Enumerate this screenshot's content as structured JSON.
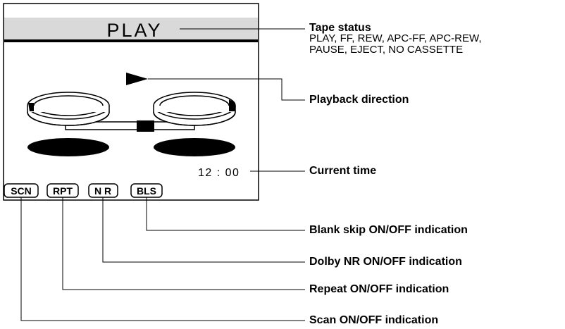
{
  "screen": {
    "status_text": "PLAY",
    "time_text": "12 : 00",
    "indicators": {
      "scan": "SCN",
      "repeat": "RPT",
      "dolby_nr": "N R",
      "blank_skip": "BLS"
    }
  },
  "callouts": {
    "tape_status": {
      "title": "Tape status",
      "desc_line1": "PLAY, FF, REW, APC-FF, APC-REW,",
      "desc_line2": "PAUSE, EJECT, NO CASSETTE"
    },
    "playback_direction": {
      "title": "Playback direction"
    },
    "current_time": {
      "title": "Current time"
    },
    "blank_skip": {
      "title": "Blank skip ON/OFF indication"
    },
    "dolby_nr": {
      "title": "Dolby NR ON/OFF indication"
    },
    "repeat": {
      "title": "Repeat ON/OFF indication"
    },
    "scan": {
      "title": "Scan ON/OFF indication"
    }
  },
  "colors": {
    "status_band": "#d9d9d9",
    "line": "#000000",
    "background": "#ffffff"
  }
}
